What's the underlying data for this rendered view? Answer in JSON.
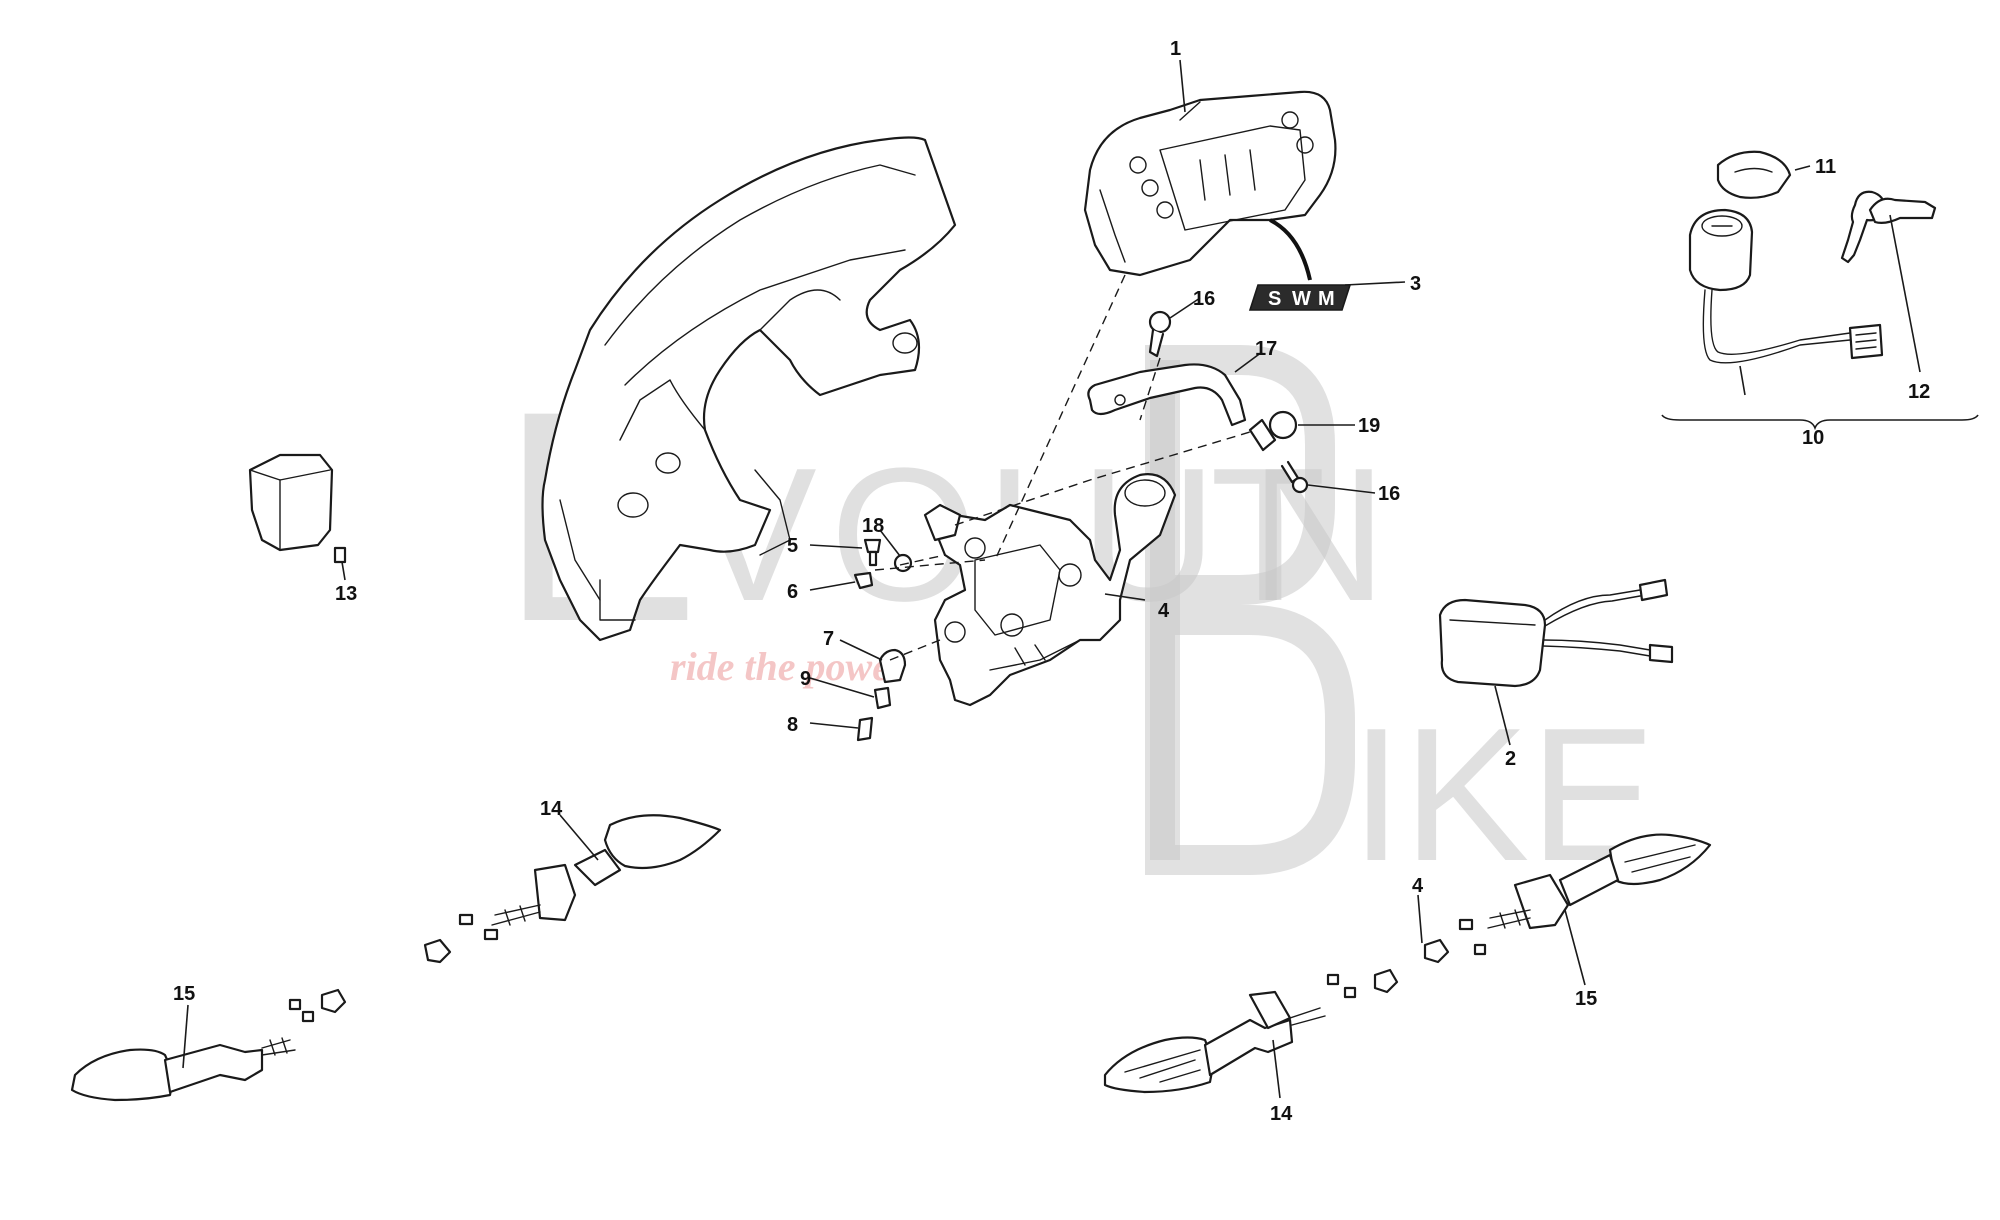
{
  "watermark": {
    "brand_line1": "EVOLUTION",
    "brand_line2": "BIKE",
    "tagline": "ride the power"
  },
  "badge": {
    "letters": [
      "S",
      "W",
      "M"
    ]
  },
  "callouts": {
    "c1": "1",
    "c2": "2",
    "c3": "3",
    "c4a": "4",
    "c4b": "4",
    "c5": "5",
    "c6": "6",
    "c7": "7",
    "c8": "8",
    "c9": "9",
    "c10": "10",
    "c11": "11",
    "c12": "12",
    "c13": "13",
    "c14a": "14",
    "c14b": "14",
    "c15a": "15",
    "c15b": "15",
    "c16a": "16",
    "c16b": "16",
    "c17": "17",
    "c18": "18",
    "c19": "19"
  }
}
